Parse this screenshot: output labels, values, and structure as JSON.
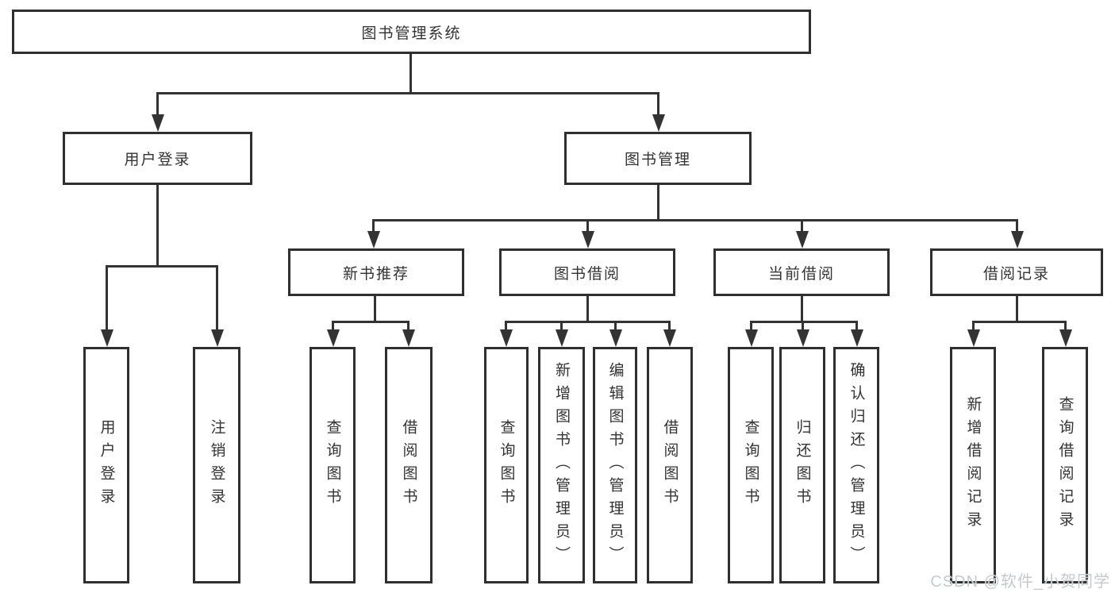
{
  "diagram": {
    "root": {
      "label": "图书管理系统"
    },
    "level2": [
      {
        "label": "用户登录",
        "children": [
          "用户登录",
          "注销登录"
        ]
      },
      {
        "label": "图书管理",
        "sections": [
          {
            "label": "新书推荐",
            "children": [
              "查询图书",
              "借阅图书"
            ]
          },
          {
            "label": "图书借阅",
            "children": [
              "查询图书",
              "新增图书（管理员）",
              "编辑图书（管理员）",
              "借阅图书"
            ]
          },
          {
            "label": "当前借阅",
            "children": [
              "查询图书",
              "归还图书",
              "确认归还（管理员）"
            ]
          },
          {
            "label": "借阅记录",
            "children": [
              "新增借阅记录",
              "查询借阅记录"
            ]
          }
        ]
      }
    ]
  },
  "watermark": {
    "text": "CSDN @软件_小贺同学"
  },
  "colors": {
    "line": "#333333",
    "text": "#333333",
    "canvas": "#ffffff",
    "watermark": "#c6c9cd"
  }
}
